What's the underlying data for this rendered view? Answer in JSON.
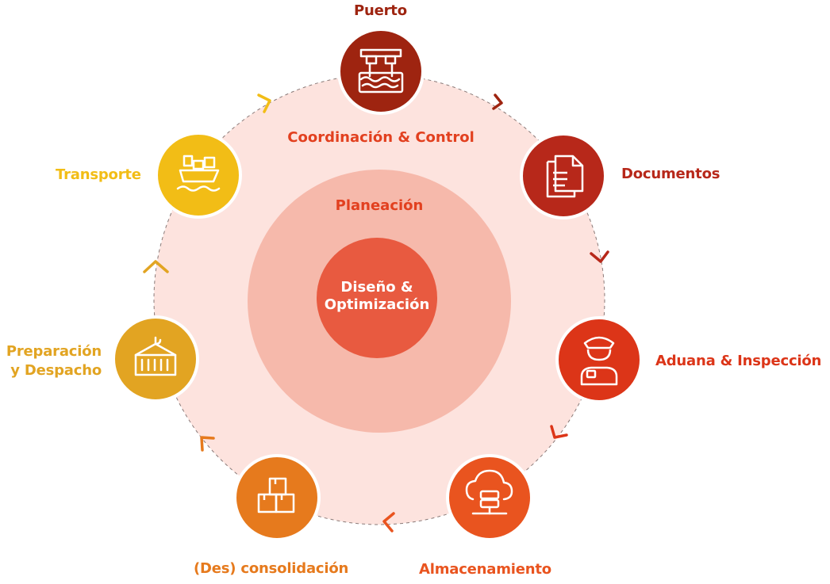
{
  "center": {
    "line1": "Diseño &",
    "line2": "Optimización"
  },
  "middle_ring": {
    "label": "Planeación"
  },
  "outer_ring": {
    "label": "Coordinación & Control"
  },
  "stages": [
    {
      "id": "puerto",
      "label": "Puerto",
      "icon": "port-crane-water-icon",
      "color": "#9e2410"
    },
    {
      "id": "documentos",
      "label": "Documentos",
      "icon": "documents-icon",
      "color": "#b7281a"
    },
    {
      "id": "aduana",
      "label": "Aduana & Inspección",
      "icon": "customs-officer-icon",
      "color": "#dc3518"
    },
    {
      "id": "almacenamiento",
      "label": "Almacenamiento",
      "icon": "cloud-storage-icon",
      "color": "#e9541f"
    },
    {
      "id": "consolidacion",
      "label": "(Des) consolidación",
      "icon": "stacked-boxes-icon",
      "color": "#e67a1d"
    },
    {
      "id": "preparacion",
      "label_line1": "Preparación",
      "label_line2": "y Despacho",
      "icon": "hanging-container-icon",
      "color": "#e2a422"
    },
    {
      "id": "transporte",
      "label": "Transporte",
      "icon": "cargo-ship-icon",
      "color": "#f2bd16"
    }
  ],
  "colors": {
    "outer_fill": "#fde3de",
    "middle_fill": "#f6b9ab",
    "center_fill": "#e85a40",
    "label_center": "#e2401f"
  }
}
